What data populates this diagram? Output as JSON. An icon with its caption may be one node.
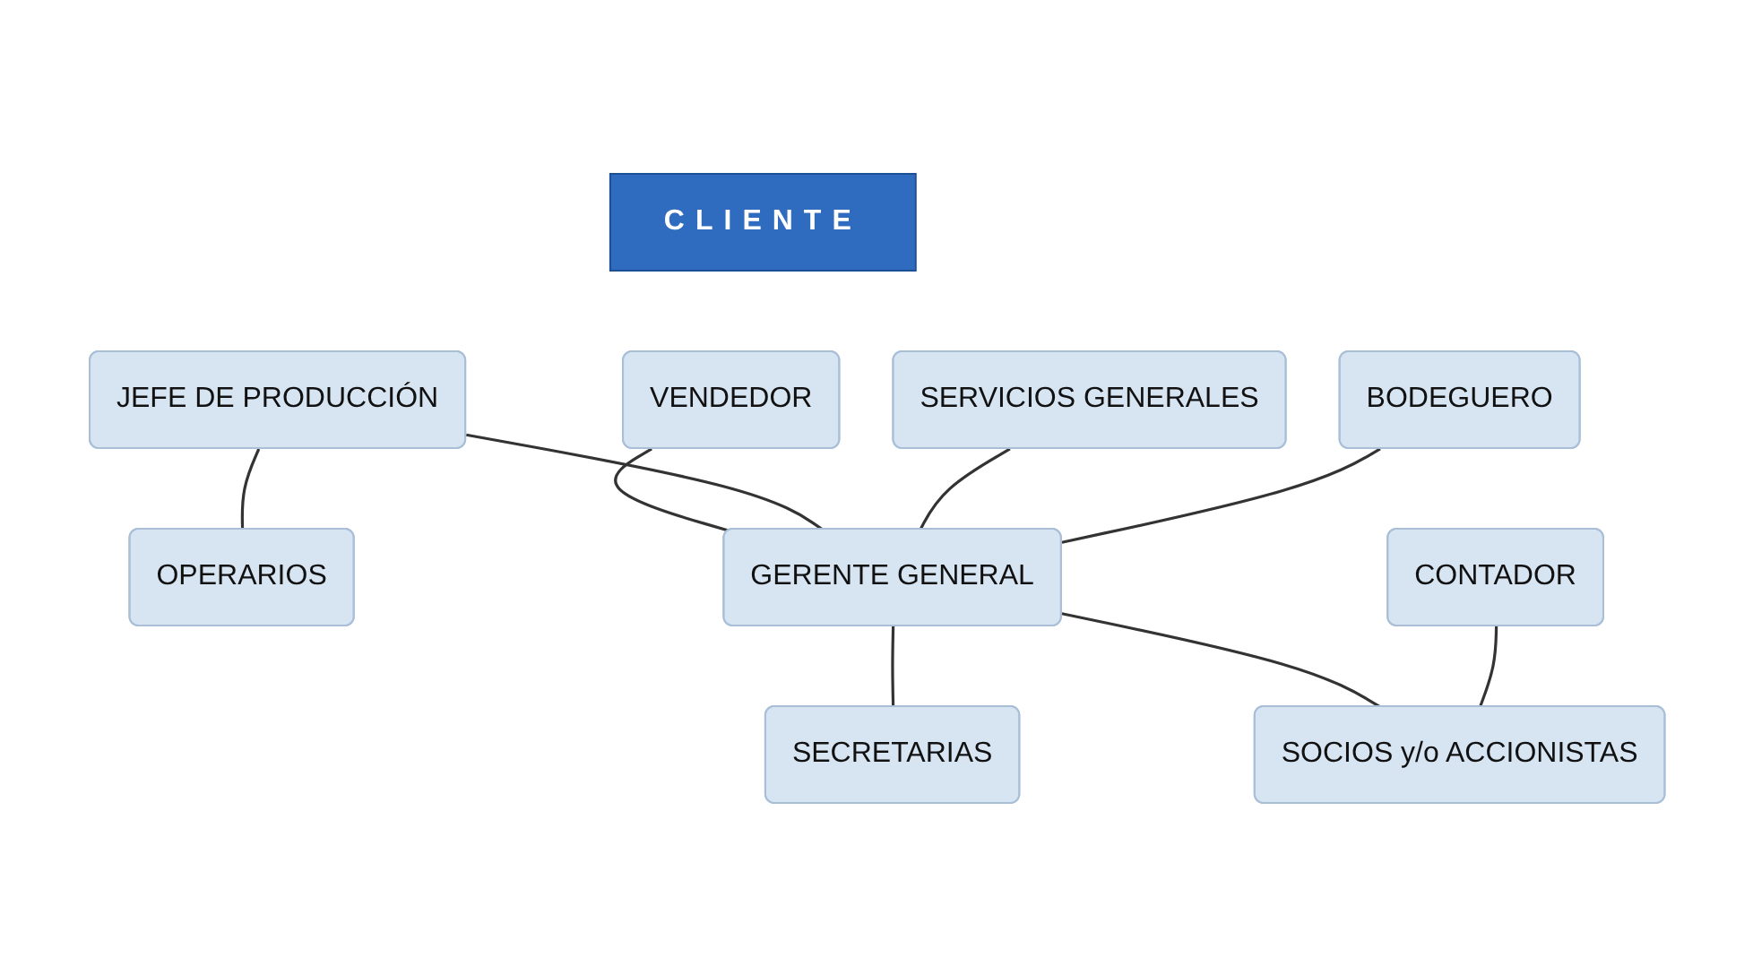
{
  "diagram": {
    "nodes": [
      {
        "text": [
          "CLIENTE"
        ]
      },
      {
        "text": [
          "VENDEDOR"
        ]
      },
      {
        "text": [
          "JEFE DE PRODUCCIÓN"
        ]
      },
      {
        "text": [
          "OPERARIOS"
        ]
      },
      {
        "text": [
          "SERVICIOS GENERALES"
        ]
      },
      {
        "text": [
          "BODEGUERO"
        ]
      },
      {
        "text": [
          "GERENTE GENERAL"
        ]
      },
      {
        "text": [
          "SECRETARIAS"
        ]
      },
      {
        "text": [
          "CONTADOR"
        ]
      },
      {
        "text": [
          "SOCIOS y/o ACCIONISTAS"
        ]
      }
    ],
    "edges": [
      {
        "from": 2,
        "to": 3,
        "arrow": "none"
      },
      {
        "from": 1,
        "to": 6,
        "arrow": "none"
      },
      {
        "from": 2,
        "to": 6,
        "arrow": "none"
      },
      {
        "from": 4,
        "to": 6,
        "arrow": "none"
      },
      {
        "from": 5,
        "to": 6,
        "arrow": "none"
      },
      {
        "from": 6,
        "to": 7,
        "arrow": "none"
      },
      {
        "from": 6,
        "to": 9,
        "arrow": "none"
      },
      {
        "from": 8,
        "to": 9,
        "arrow": "none"
      }
    ]
  }
}
